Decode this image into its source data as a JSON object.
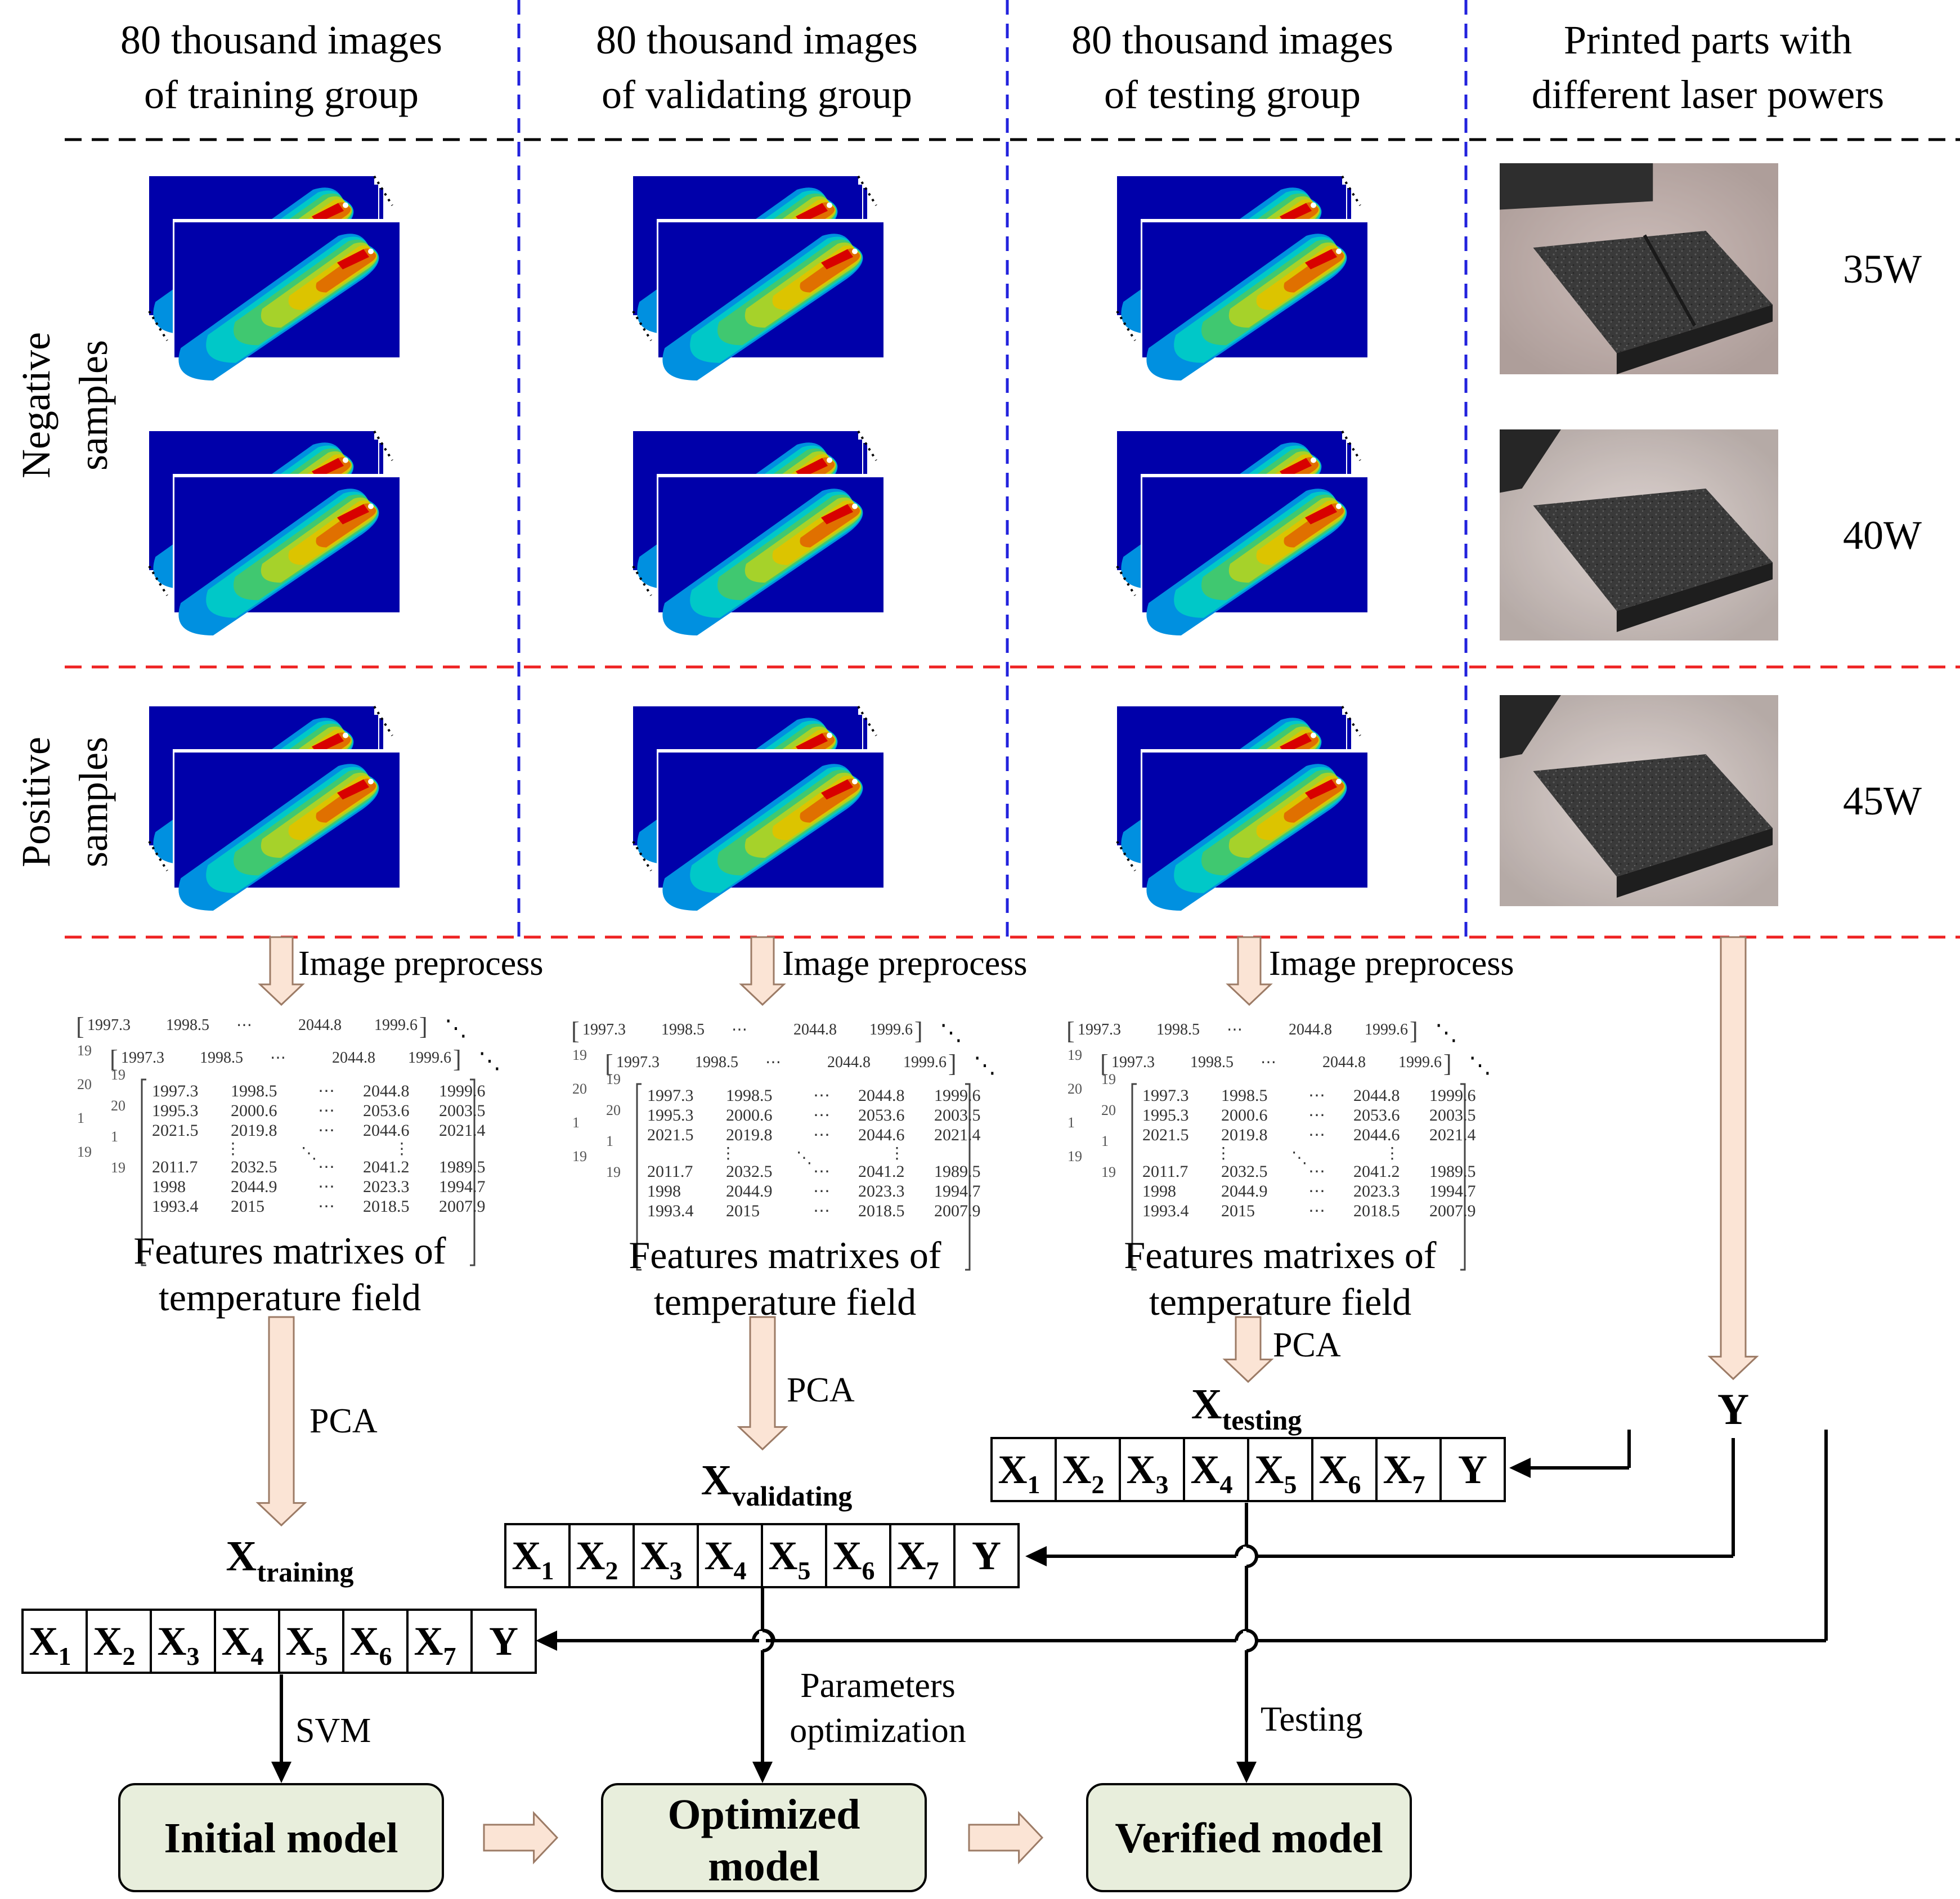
{
  "headers": [
    [
      "80 thousand images",
      "of training group"
    ],
    [
      "80 thousand images",
      "of validating group"
    ],
    [
      "80 thousand images",
      "of testing group"
    ],
    [
      "Printed parts with",
      "different laser powers"
    ]
  ],
  "row_labels": {
    "negative": [
      "Negative",
      "samples"
    ],
    "positive": [
      "Positive",
      "samples"
    ]
  },
  "powers": [
    "35W",
    "40W",
    "45W"
  ],
  "step_labels": {
    "preprocess": "Image preprocess",
    "pca": "PCA",
    "svm": "SVM",
    "params": [
      "Parameters",
      "optimization"
    ],
    "testing": "Testing"
  },
  "feature_caption": [
    "Features matrixes of",
    "temperature field"
  ],
  "matrix": {
    "back_row": [
      "1997.3",
      "1998.5",
      "⋯",
      "2044.8",
      "1999.6"
    ],
    "rows": [
      [
        "1997.3",
        "1998.5",
        "⋯",
        "2044.8",
        "1999.6"
      ],
      [
        "1995.3",
        "2000.6",
        "⋯",
        "2053.6",
        "2003.5"
      ],
      [
        "2021.5",
        "2019.8",
        "⋯",
        "2044.6",
        "2021.4"
      ],
      [
        "2011.7",
        "2032.5",
        "⋯",
        "2041.2",
        "1989.5"
      ],
      [
        "1998",
        "2044.9",
        "⋯",
        "2023.3",
        "1994.7"
      ],
      [
        "1993.4",
        "2015",
        "⋯",
        "2018.5",
        "2007.9"
      ]
    ],
    "edge_glyphs": [
      "19",
      "20",
      "1",
      "19"
    ]
  },
  "vectors": {
    "cells": [
      "X",
      "X",
      "X",
      "X",
      "X",
      "X",
      "X",
      "Y"
    ],
    "subs": [
      "1",
      "2",
      "3",
      "4",
      "5",
      "6",
      "7",
      ""
    ],
    "titles": [
      {
        "main": "X",
        "sub": "training"
      },
      {
        "main": "X",
        "sub": "validating"
      },
      {
        "main": "X",
        "sub": "testing"
      }
    ]
  },
  "y_label": "Y",
  "models": [
    "Initial model",
    "Optimized model",
    "Verified model"
  ],
  "colors": {
    "blue_divider": "#2222dd",
    "red_divider": "#ee2222",
    "black_divider": "#000000",
    "arrow_fill": "#fbe4d5",
    "arrow_stroke": "#9c7b66",
    "model_fill": "#e8eedc",
    "heat": [
      "#0000aa",
      "#0090e0",
      "#00c8c8",
      "#40c870",
      "#a6d22a",
      "#dcc400",
      "#e07000",
      "#d80000"
    ]
  }
}
